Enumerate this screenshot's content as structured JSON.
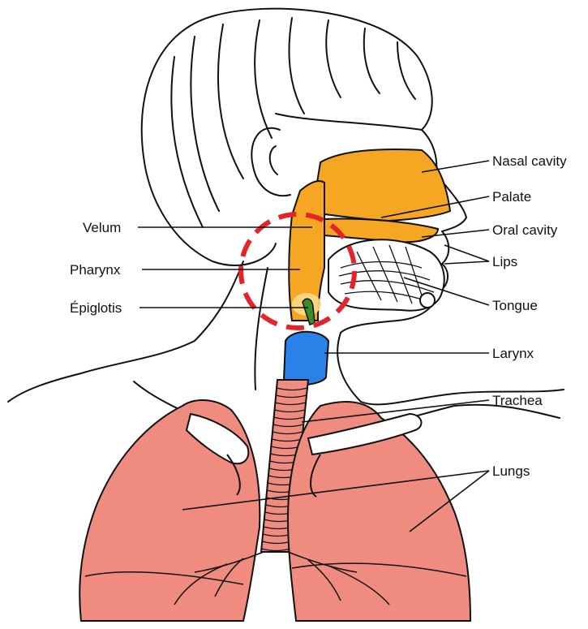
{
  "labels": {
    "nasal_cavity": "Nasal cavity",
    "palate": "Palate",
    "oral_cavity": "Oral cavity",
    "lips": "Lips",
    "tongue": "Tongue",
    "larynx": "Larynx",
    "trachea": "Trachea",
    "lungs": "Lungs",
    "velum": "Velum",
    "pharynx": "Pharynx",
    "epiglottis": "Épiglotis"
  },
  "colors": {
    "airway_orange": "#f5a623",
    "larynx_blue": "#2a82e8",
    "lung_pink": "#f08c7f",
    "epiglottis_green": "#3c8c2c",
    "highlight_red": "#e3242b",
    "outline": "#111111"
  }
}
